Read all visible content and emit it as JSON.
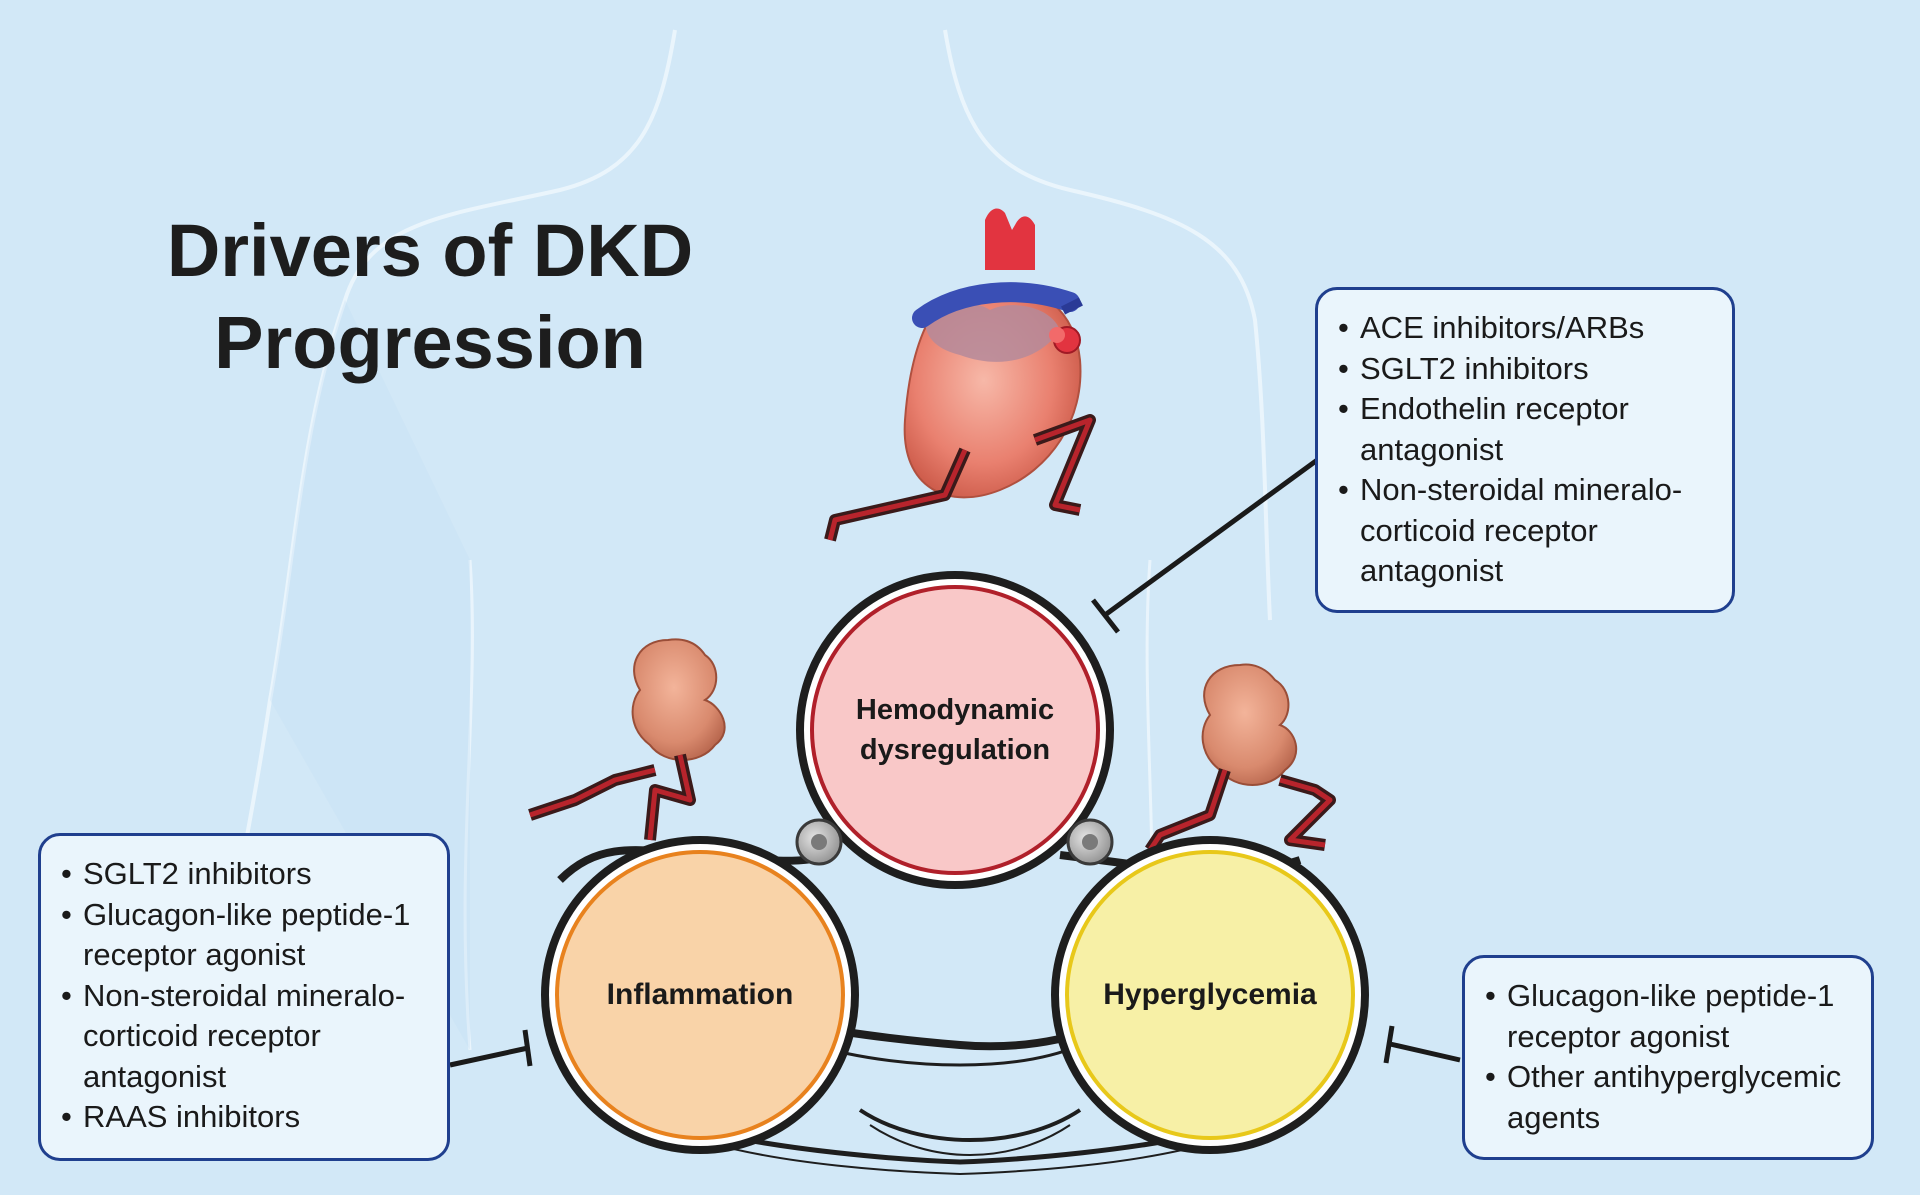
{
  "title": {
    "line1": "Drivers of DKD",
    "line2": "Progression"
  },
  "drivers": {
    "hemodynamic": {
      "line1": "Hemodynamic",
      "line2": "dysregulation",
      "fill": "#f9c8c8",
      "ring": "#b0202a"
    },
    "inflammation": {
      "label": "Inflammation",
      "fill": "#f9d3a8",
      "ring": "#e8821e"
    },
    "hyperglycemia": {
      "label": "Hyperglycemia",
      "fill": "#f7f0a6",
      "ring": "#e8c81a"
    }
  },
  "callouts": {
    "hemodynamic": [
      "ACE inhibitors/ARBs",
      "SGLT2 inhibitors",
      "Endothelin receptor antagonist",
      "Non-steroidal mineralo-corticoid receptor antagonist"
    ],
    "inflammation": [
      "SGLT2 inhibitors",
      "Glucagon-like peptide-1 receptor agonist",
      "Non-steroidal mineralo-corticoid receptor antagonist",
      "RAAS inhibitors"
    ],
    "hyperglycemia": [
      "Glucagon-like peptide-1 receptor agonist",
      "Other antihyperglycemic agents"
    ]
  },
  "icons": [
    "heart-icon",
    "kidney-icon",
    "pulley-icon",
    "inhibition-icon"
  ],
  "colors": {
    "background": "#d2e8f7",
    "callout_border": "#1f3f8e",
    "callout_fill": "#eaf5fc",
    "belt": "#1e1e1e",
    "inhibition_line": "#1a1a1a"
  }
}
